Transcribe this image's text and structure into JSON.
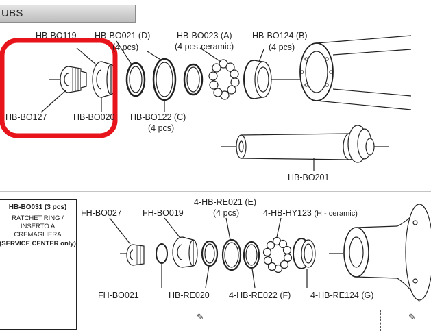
{
  "header": {
    "title": "UBS"
  },
  "top_labels": {
    "hb_bo119": "HB-BO119",
    "hb_bo021": "HB-BO021 (D)",
    "hb_bo021_qty": "(4 pcs)",
    "hb_bo023": "HB-BO023 (A)",
    "hb_bo023_qty": "(4 pcs-ceramic)",
    "hb_bo124": "HB-BO124 (B)",
    "hb_bo124_qty": "(4 pcs)",
    "hb_bo127": "HB-BO127",
    "hb_bo020": "HB-BO020",
    "hb_bo122": "HB-BO122 (C)",
    "hb_bo122_qty": "(4 pcs)",
    "hb_bo201": "HB-BO201"
  },
  "info_box": {
    "title": "HB-BO031 (3 pcs)",
    "line1": "RATCHET RING /",
    "line2": "INSERTO A",
    "line3": "CREMAGLIERA",
    "line4": "(SERVICE CENTER only)"
  },
  "bottom_labels": {
    "fh_bo027": "FH-BO027",
    "fh_bo019": "FH-BO019",
    "hb_re021": "4-HB-RE021 (E)",
    "hb_re021_qty": "(4 pcs)",
    "hb_hy123": "4-HB-HY123",
    "hb_hy123_note": "(H - ceramic)",
    "fh_bo021": "FH-BO021",
    "hb_re020": "HB-RE020",
    "hb_re022": "4-HB-RE022 (F)",
    "hb_re124": "4-HB-RE124 (G)"
  },
  "colors": {
    "highlight": "#e8141b",
    "line": "#222222"
  },
  "icons": {
    "edit": "pencil-icon"
  }
}
